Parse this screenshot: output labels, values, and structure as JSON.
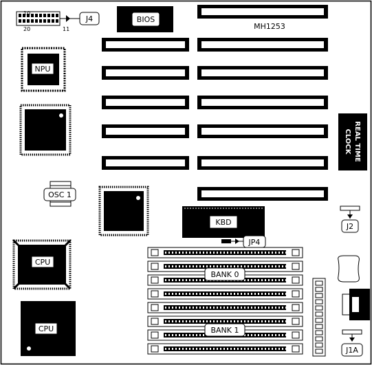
{
  "labels": {
    "bios": "BIOS",
    "model": "MH1253",
    "npu": "NPU",
    "osc": "OSC 1",
    "cpu_upper": "CPU",
    "cpu_lower": "CPU",
    "kbd": "KBD",
    "jp4": "JP4",
    "j2": "J2",
    "j4": "J4",
    "j1a": "J1A",
    "bank0": "BANK 0",
    "bank1": "BANK 1",
    "rtc_line1": "REAL TIME",
    "rtc_line2": "CLOCK",
    "j4_pin10": "10",
    "j4_pin20": "20",
    "j4_pin11": "11"
  }
}
